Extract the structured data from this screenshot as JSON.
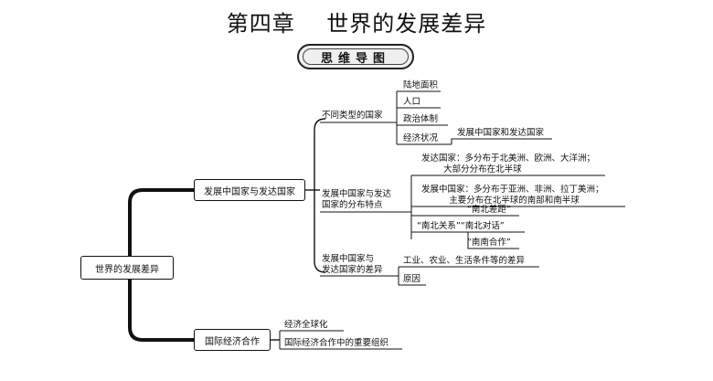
{
  "title": "第四章    世界的发展差异",
  "banner": "思维导图",
  "root": "世界的发展差异",
  "branch1": "发展中国家与发达国家",
  "branch2": "国际经济合作",
  "sub1": "不同类型的国家",
  "sub1_items": [
    "陆地面积",
    "人口",
    "政治体制",
    "经济状况"
  ],
  "sub1_econ": "发展中国家和发达国家",
  "sub2": "发展中国家与发达\n国家的分布特点",
  "developed": "发达国家：多分布于北美洲、欧洲、大洋洲；\n        大部分分布在北半球",
  "developing": "发展中国家：多分布于亚洲、非洲、拉丁美洲；\n          主要分布在北半球的南部和南半球",
  "nanbei_gap": "“南北差距”",
  "nanbei_relation": "“南北关系”“南北对话”",
  "nannan": "“南南合作”",
  "sub3": "发展中国家与\n发达国家的差异",
  "sub3_items": [
    "工业、农业、生活条件等的差异",
    "原因"
  ],
  "branch2_items": [
    "经济全球化",
    "国际经济合作中的重要组织"
  ]
}
